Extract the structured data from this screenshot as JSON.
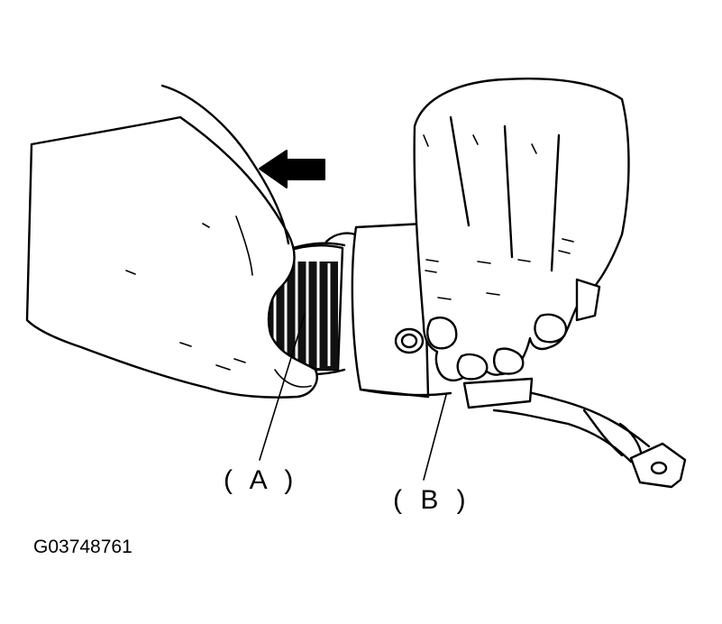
{
  "callouts": {
    "a": "( A )",
    "b": "( B )"
  },
  "figure_code": "G03748761",
  "colors": {
    "ink": "#000000",
    "paper": "#ffffff"
  }
}
